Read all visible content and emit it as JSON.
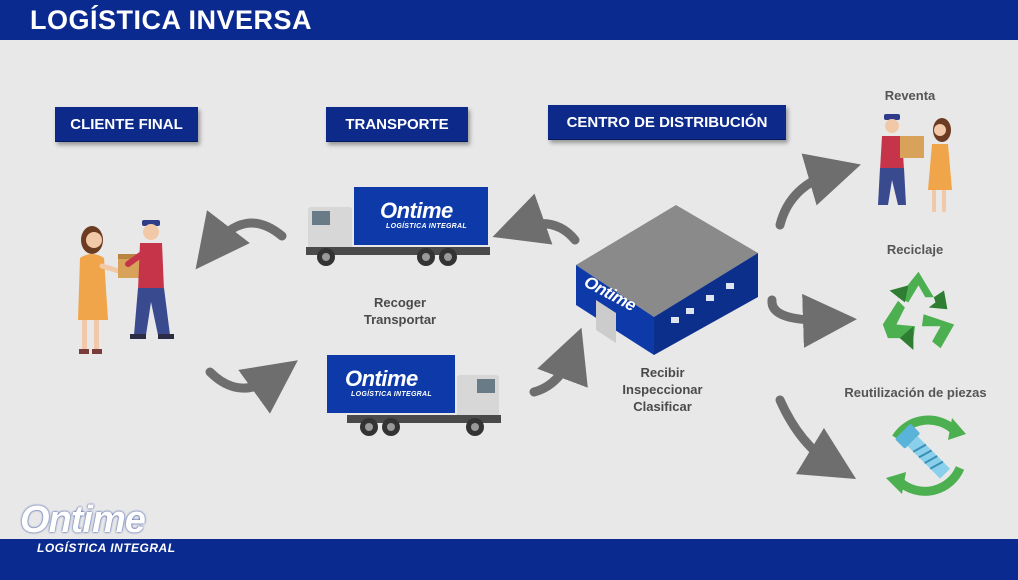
{
  "header": {
    "title": "LOGÍSTICA INVERSA"
  },
  "stages": {
    "cliente": "CLIENTE FINAL",
    "transporte": "TRANSPORTE",
    "centro": "CENTRO DE DISTRIBUCIÓN"
  },
  "transport_steps": [
    "Recoger",
    "Transportar"
  ],
  "center_steps": [
    "Recibir",
    "Inspeccionar",
    "Clasificar"
  ],
  "outcomes": {
    "reventa": "Reventa",
    "reciclaje": "Reciclaje",
    "reutilizacion": "Reutilización de piezas"
  },
  "brand": {
    "name": "Ontime",
    "tagline": "LOGÍSTICA INTEGRAL"
  },
  "colors": {
    "brand_blue": "#0a2a8f",
    "arrow_gray": "#6e6e6e",
    "recycle_green": "#4caf50"
  },
  "icons": [
    "people-exchange-icon",
    "truck-icon",
    "warehouse-icon",
    "recycle-icon",
    "bolt-reuse-icon"
  ]
}
